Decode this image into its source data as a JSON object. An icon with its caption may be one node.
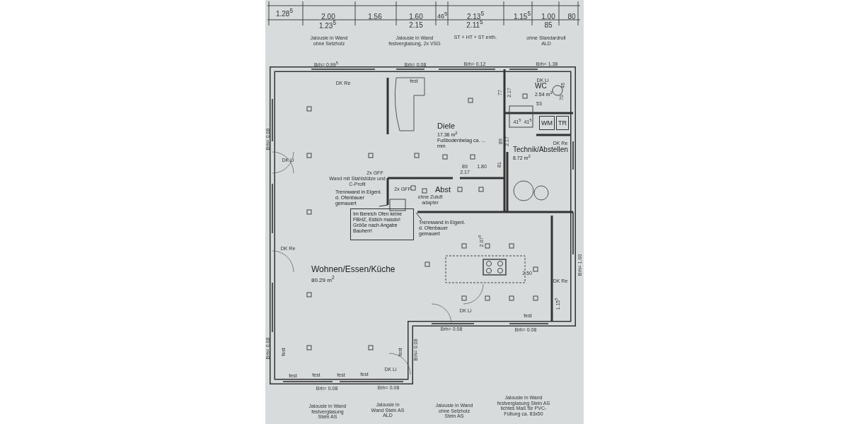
{
  "diagram": {
    "nodes": [
      {
        "text": [
          "Wohnen/Essen/Küche",
          "80.29 m$^{2}$"
        ]
      },
      {
        "text": [
          "Diele",
          "17.36 m$^{2}$",
          "Fußbodenbelag ca. ... mm"
        ]
      },
      {
        "text": [
          "WC",
          "2.54 m$^{2}$"
        ]
      },
      {
        "text": [
          "WM"
        ]
      },
      {
        "text": [
          "TR"
        ]
      },
      {
        "text": [
          "Technik/Abstellen",
          "8.72 m$^{2}$"
        ]
      },
      {
        "text": [
          "Abst"
        ]
      },
      {
        "text": [
          "Im Bereich Ofen keine FBHZ, Estich massiv! Größe nach Angabe Bauherr!"
        ]
      },
      {
        "text": [
          "Trennwand in Eigenl. d. Ofenbauer gemauert"
        ]
      },
      {
        "text": [
          "Trennwand in Eigenl. d. Ofenbauer gemauert"
        ]
      }
    ],
    "edges": [
      {
        "from": 8,
        "to": null,
        "arrow": "none"
      },
      {
        "from": 9,
        "to": null,
        "arrow": "none"
      }
    ],
    "labels": [
      "1.28$^{5}$",
      "2.00",
      "1.23$^{5}$",
      "1.56",
      "1.60",
      "2.15",
      "46$^{5}$",
      "2.13$^{5}$",
      "2.11$^{5}$",
      "1.15$^{5}$",
      "1.00",
      "85",
      "80",
      "Jalousie in Wand ohne Setzholz",
      "Jalousie in Wand festverglasung, 2x VSG",
      "ST + HT + ST enth.",
      "ohne Standardroll ALD",
      "Brh= 0.99$^{5}$",
      "Brh= 0.08",
      "Brh= 0.12",
      "Brh= 1.38",
      "DK Re",
      "fest",
      "Brh= 0.08",
      "DK Li",
      "2x GFF",
      "Wand mit Stahlstütze und C-Profil",
      "2x GFF",
      "ohne Zuluft adapter",
      "89",
      "2.17",
      "1.80",
      "81",
      "89",
      "2.17",
      "77",
      "2.17",
      "53",
      "41$^{5}$",
      "41$^{5}$",
      "70",
      "45",
      "DK Li",
      "DK Re",
      "2.07$^{5}$",
      "2.50",
      "DK Li",
      "DK Re",
      "1.15$^{5}$",
      "Brh= 1.00",
      "Brh= 0.08",
      "fest",
      "Brh= 0.08",
      "DK Re",
      "Brh= 0.08",
      "fest",
      "fest",
      "fest",
      "fest",
      "fest",
      "DK Li",
      "Brh= 0.08",
      "Brh= 0.08",
      "fest",
      "Brh= 0.08",
      "Jalousie in Wand festverglasung Stein AS",
      "Jalousie in Wand Stein AS ALD",
      "Jalousie in Wand ohne Setzholz Stein AS",
      "Jalousie in Wand festverglasung Stein AS lichtes Maß für PVC-Füllung ca. 83x50"
    ]
  }
}
